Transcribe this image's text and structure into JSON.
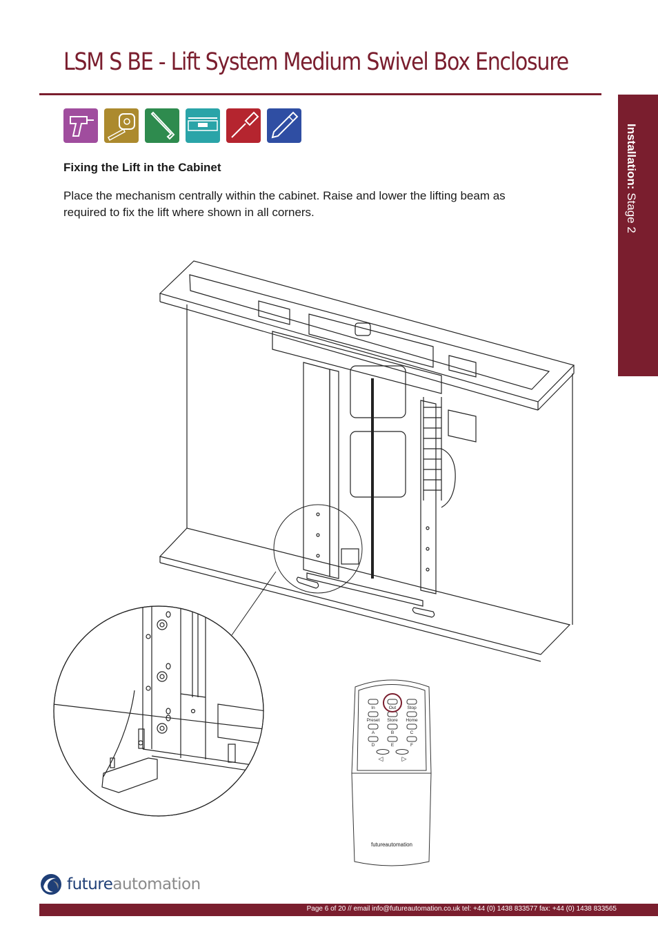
{
  "header": {
    "title": "LSM S BE - Lift System Medium Swivel Box Enclosure",
    "accent_color": "#7a1e2e"
  },
  "side_tab": {
    "label_bold": "Installation:",
    "label_regular": "Stage 2"
  },
  "tools": [
    {
      "icon": "drill-icon",
      "color": "#a04d9e"
    },
    {
      "icon": "tape-measure-icon",
      "color": "#ac8a2e"
    },
    {
      "icon": "allen-key-icon",
      "color": "#2e8b4e"
    },
    {
      "icon": "spirit-level-icon",
      "color": "#2aa4a8"
    },
    {
      "icon": "screwdriver-icon",
      "color": "#b5252f"
    },
    {
      "icon": "pencil-icon",
      "color": "#2f4ea3"
    }
  ],
  "section": {
    "heading": "Fixing the Lift in the Cabinet",
    "body": "Place the mechanism centrally within the cabinet. Raise and lower the lifting beam as required to fix the lift where shown in all corners."
  },
  "remote": {
    "row1": [
      "In",
      "Out",
      "Stop"
    ],
    "row2": [
      "Preset",
      "Store",
      "Home"
    ],
    "row3": [
      "A",
      "B",
      "C"
    ],
    "row4": [
      "D",
      "E",
      "F"
    ],
    "left_arrow": "◁",
    "right_arrow": "▷",
    "brand": "futureautomation",
    "highlight_button": "Out"
  },
  "logo": {
    "part1": "future",
    "part2": "automation"
  },
  "footer": {
    "text": "Page 6 of 20 // email info@futureautomation.co.uk  tel: +44 (0) 1438 833577  fax: +44 (0) 1438 833565"
  }
}
